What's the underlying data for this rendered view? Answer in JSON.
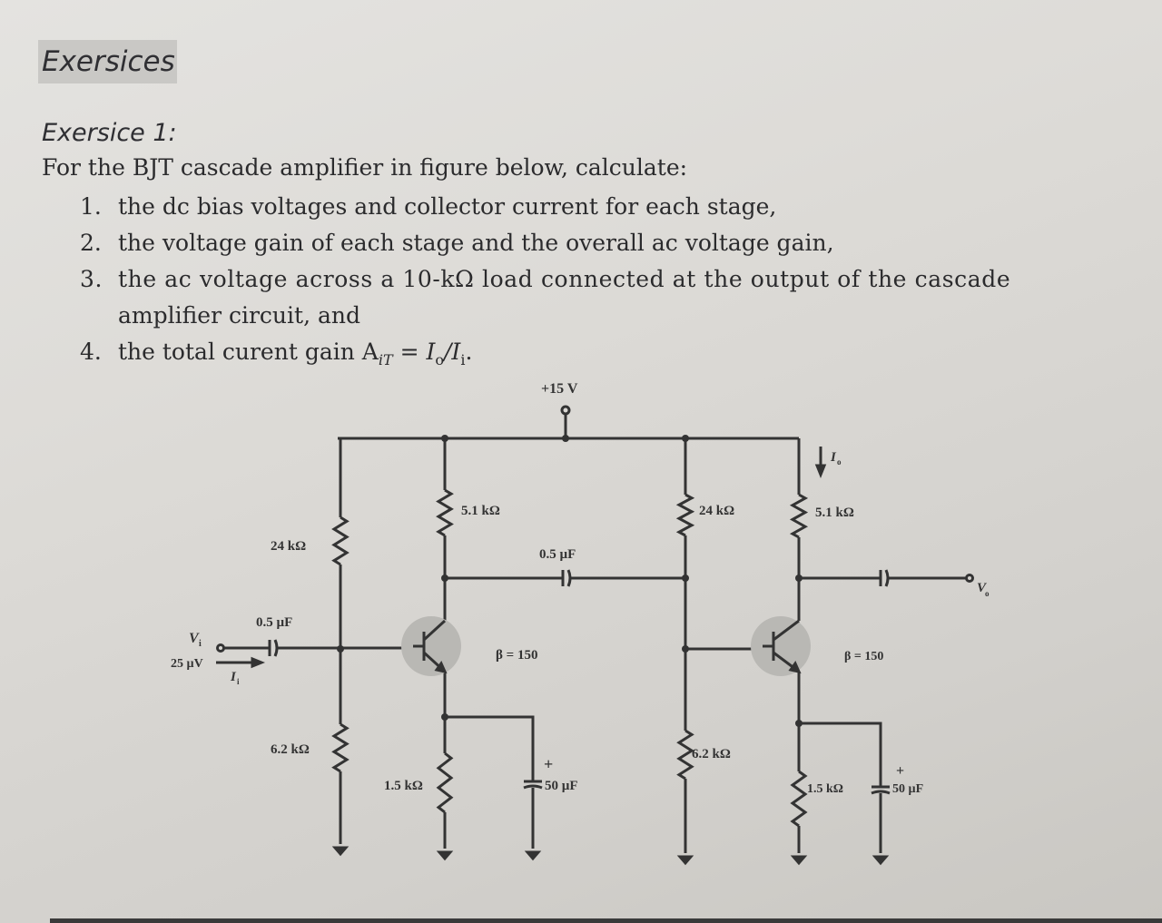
{
  "heading": "Exersices",
  "exercise_title": "Exersice 1:",
  "intro": "For the BJT cascade amplifier in figure below, calculate:",
  "tasks": [
    {
      "num": "1.",
      "text": "the dc bias voltages and collector current for each stage,"
    },
    {
      "num": "2.",
      "text": "the voltage gain of each stage and the overall ac voltage gain,"
    },
    {
      "num": "3.",
      "text": "the ac voltage across a 10-kΩ load connected at the output of the cascade",
      "cont": "amplifier circuit, and"
    },
    {
      "num": "4.",
      "text": "the total curent gain A",
      "sub": "iT",
      "tail": " = I",
      "sub2": "o",
      "tail2": "/I",
      "sub3": "i",
      "tail3": "."
    }
  ],
  "circuit": {
    "supply": "+15 V",
    "r1_top": "24 kΩ",
    "r1_bot": "6.2 kΩ",
    "rc1": "5.1 kΩ",
    "re1": "1.5 kΩ",
    "ce1": "50 µF",
    "cin": "0.5 µF",
    "ccouple": "0.5 µF",
    "beta1": "β = 150",
    "r2_top": "24 kΩ",
    "r2_bot": "6.2 kΩ",
    "rc2": "5.1 kΩ",
    "re2": "1.5 kΩ",
    "ce2": "50 µF",
    "beta2": "β = 150",
    "vi": "V",
    "vi_sub": "i",
    "vi_val": "25 µV",
    "ii": "I",
    "ii_sub": "i",
    "io": "I",
    "io_sub": "o",
    "vo": "V",
    "vo_sub": "o",
    "plus": "+"
  }
}
